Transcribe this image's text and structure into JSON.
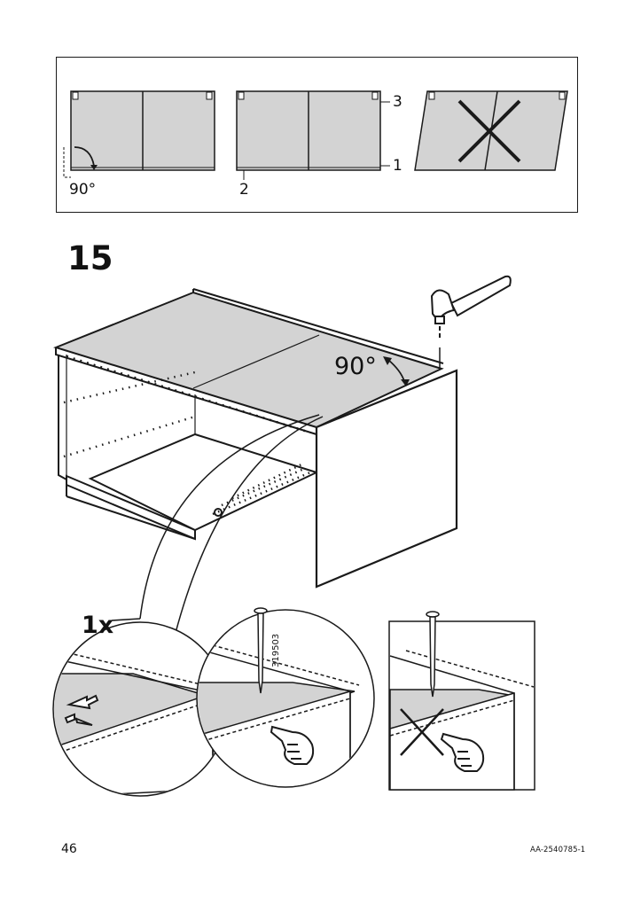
{
  "page": {
    "step_number": "15",
    "page_number": "46",
    "doc_code": "AA-2540785-1"
  },
  "top_panel": {
    "angle_label": "90°",
    "callout_1": "1",
    "callout_2": "2",
    "callout_3": "3"
  },
  "main_illustration": {
    "angle_label": "90°",
    "quantity": "1x",
    "part_code": "319503"
  },
  "colors": {
    "ink": "#1a1a1a",
    "panel_fill": "#d3d3d3",
    "page_bg": "#ffffff"
  },
  "icons": [
    "hammer-icon",
    "nail-icon",
    "hand-pointer-icon",
    "cross-icon",
    "rotate-arrow-icon",
    "slide-arrows-icon"
  ]
}
